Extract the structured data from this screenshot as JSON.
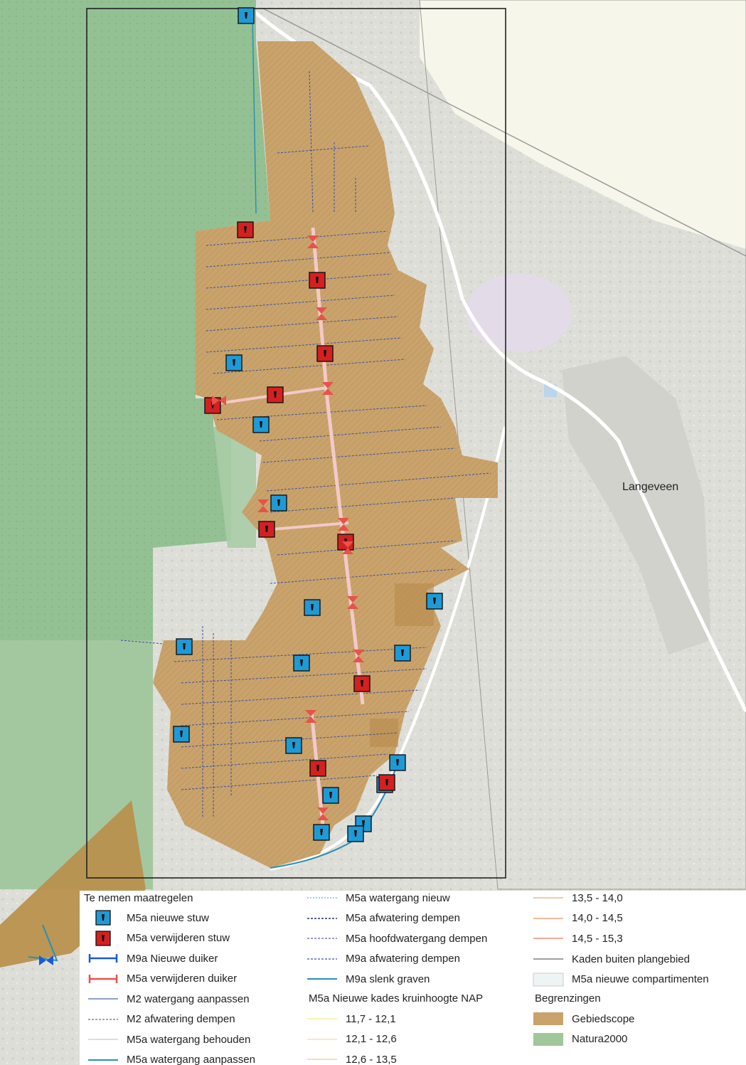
{
  "map": {
    "place_label": "Langeveen",
    "colors": {
      "natura2000": "#8fbf8f",
      "gebiedscope": "#c9a36b",
      "hillshade": "#e2e2dc",
      "stuw_new": "#1e9ad6",
      "stuw_remove": "#d42020",
      "duiker_remove": "#e8524a",
      "duiker_new": "#1a5ad6"
    }
  },
  "legend": {
    "title": "Te nemen maatregelen",
    "col1": [
      {
        "label": "M5a nieuwe stuw",
        "icon": "stuw-new-icon"
      },
      {
        "label": "M5a verwijderen stuw",
        "icon": "stuw-remove-icon"
      },
      {
        "label": "M9a Nieuwe duiker",
        "icon": "duiker-new-icon"
      },
      {
        "label": "M5a verwijderen duiker",
        "icon": "duiker-remove-icon"
      },
      {
        "label": "M2 watergang aanpassen",
        "icon": "line-solid-icon"
      },
      {
        "label": "M2 afwatering dempen",
        "icon": "line-dashed-icon"
      },
      {
        "label": "M5a watergang behouden",
        "icon": "line-thin-icon"
      },
      {
        "label": "M5a watergang aanpassen",
        "icon": "line-blue-icon"
      }
    ],
    "col2": [
      {
        "label": "M5a watergang nieuw",
        "icon": "line-dotted-cyan-icon"
      },
      {
        "label": "M5a afwatering dempen",
        "icon": "line-dashed-navy-icon"
      },
      {
        "label": "M5a hoofdwatergang dempen",
        "icon": "line-dashed-purple-icon"
      },
      {
        "label": "M9a afwatering dempen",
        "icon": "line-dashed-blue-icon"
      },
      {
        "label": "M9a slenk graven",
        "icon": "line-teal-icon"
      }
    ],
    "kades_title": "M5a Nieuwe kades kruinhoogte NAP",
    "kades": [
      {
        "label": "11,7 - 12,1",
        "color": "#f3f0a0"
      },
      {
        "label": "12,1 - 12,6",
        "color": "#f5e3a3"
      },
      {
        "label": "12,6 - 13,5",
        "color": "#f5d2a0"
      },
      {
        "label": "13,5 - 14,0",
        "color": "#f3b98a"
      },
      {
        "label": "14,0 - 14,5",
        "color": "#f0a37a"
      },
      {
        "label": "14,5 - 15,3",
        "color": "#e88a7a"
      }
    ],
    "col3": [
      {
        "label": "Kaden buiten plangebied",
        "icon": "line-grey-icon"
      },
      {
        "label": "M5a nieuwe compartimenten",
        "icon": "compartment-icon"
      }
    ],
    "begrenzingen_title": "Begrenzingen",
    "begrenzingen": [
      {
        "label": "Gebiedscope",
        "color": "#c9a36b"
      },
      {
        "label": "Natura2000",
        "color": "#9fc79b"
      }
    ]
  }
}
